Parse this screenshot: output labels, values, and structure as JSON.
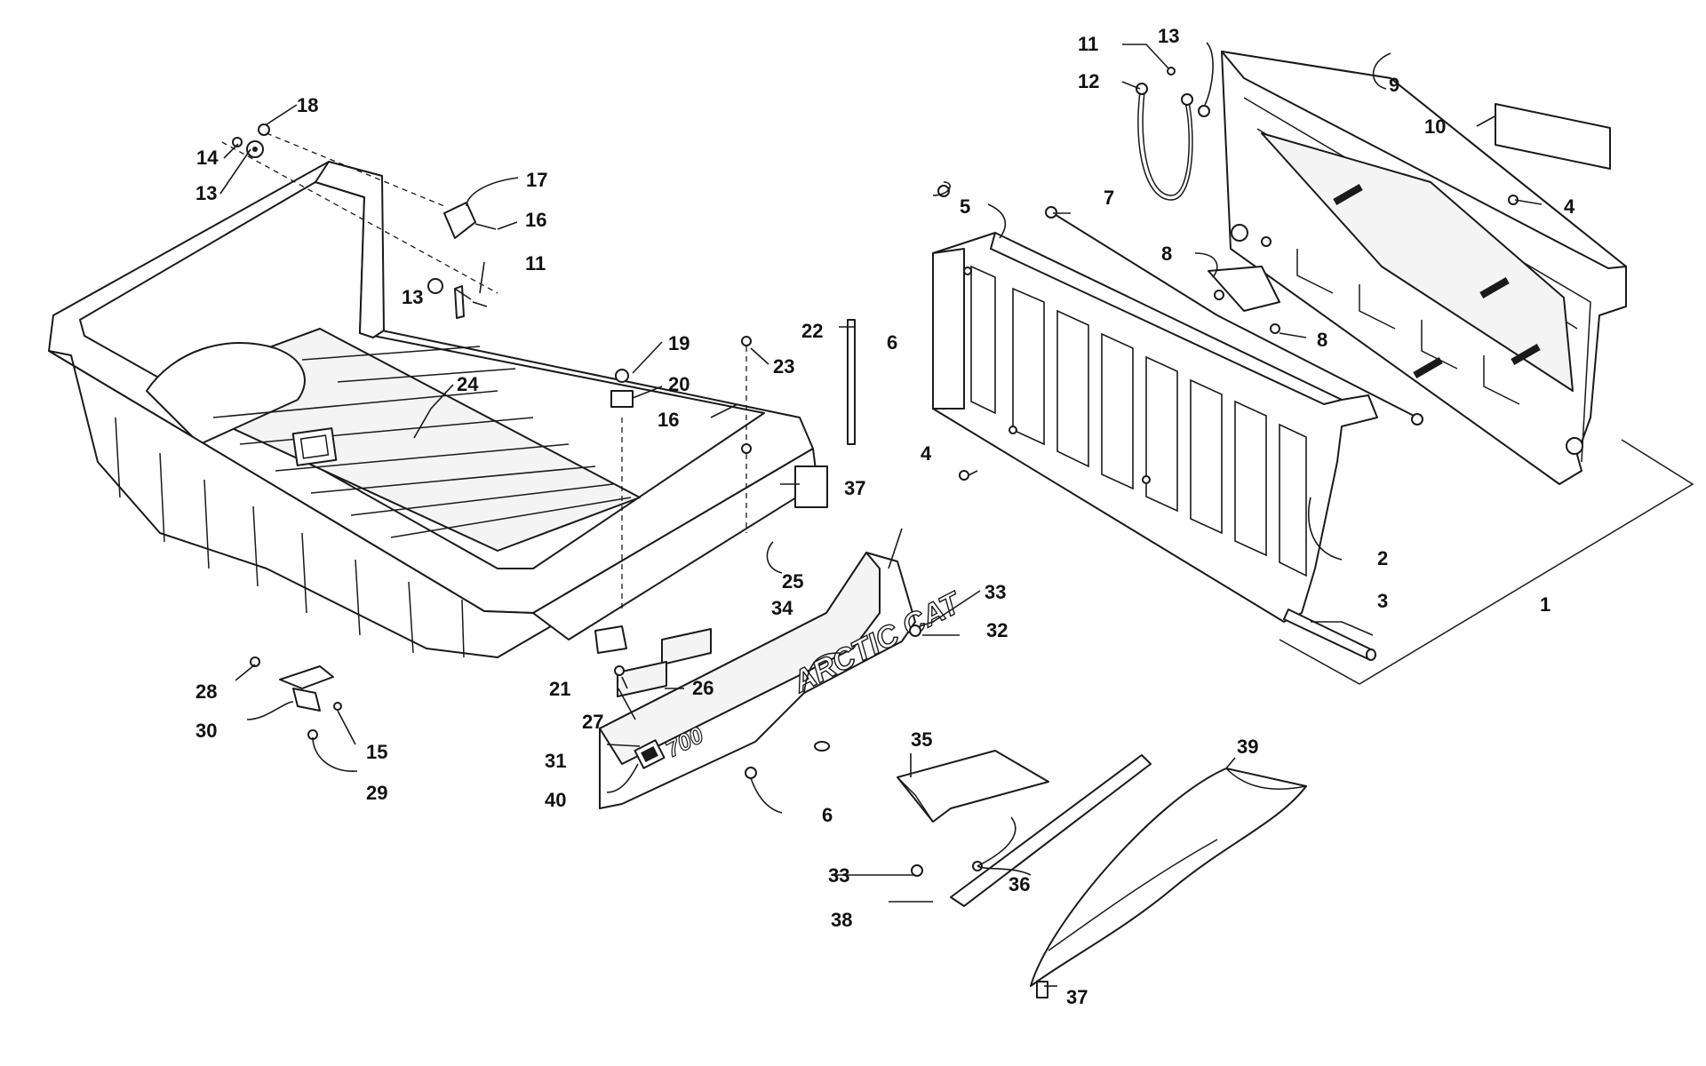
{
  "diagram": {
    "callouts": [
      "1",
      "2",
      "3",
      "4",
      "4",
      "5",
      "6",
      "6",
      "7",
      "8",
      "8",
      "9",
      "10",
      "11",
      "11",
      "12",
      "13",
      "13",
      "13",
      "14",
      "15",
      "16",
      "16",
      "17",
      "18",
      "19",
      "20",
      "21",
      "22",
      "23",
      "24",
      "25",
      "26",
      "27",
      "28",
      "29",
      "30",
      "31",
      "32",
      "33",
      "33",
      "34",
      "35",
      "36",
      "37",
      "37",
      "38",
      "39",
      "40"
    ],
    "brand_text": "ARCTIC CAT",
    "model_text": "700"
  }
}
